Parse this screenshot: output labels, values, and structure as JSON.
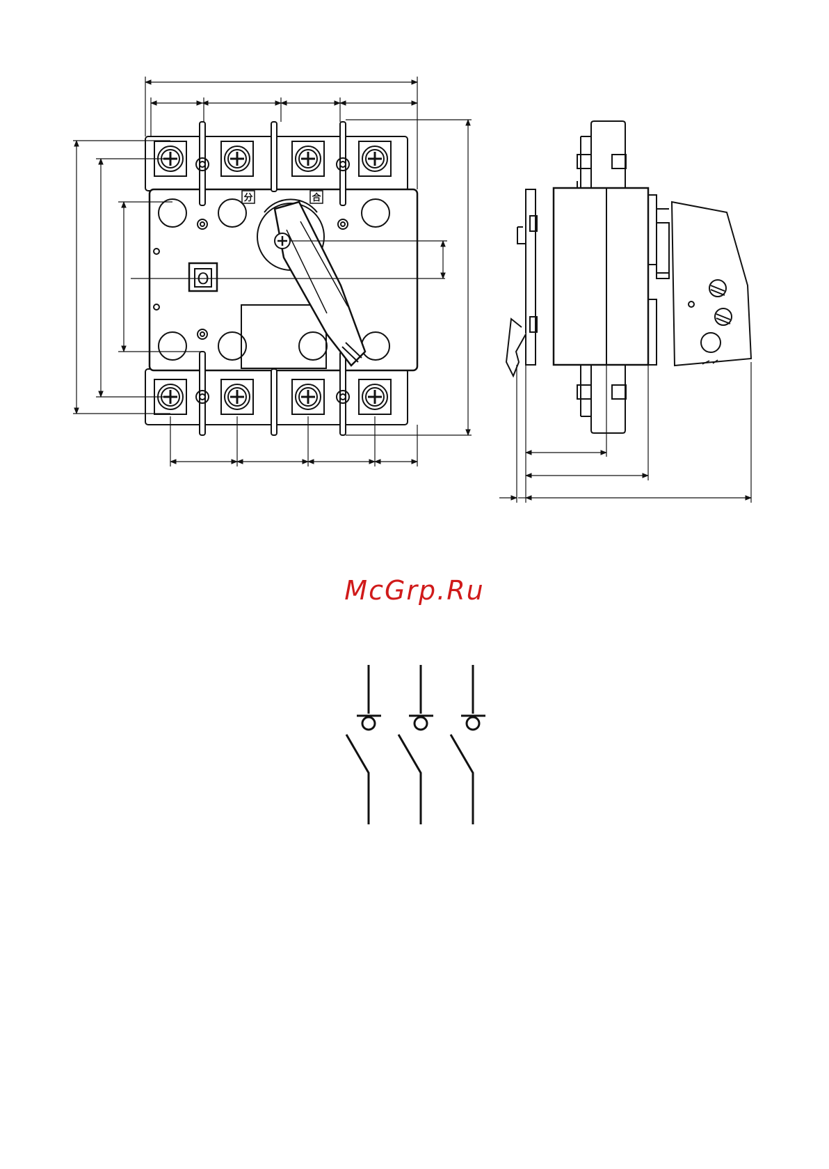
{
  "watermark": {
    "text": "McGrp.Ru",
    "color": "#d01a1a"
  },
  "front_view": {
    "off_mark": "分",
    "on_mark": "合",
    "position_indicator": "O"
  },
  "schematic": {
    "poles": 3
  },
  "colors": {
    "line": "#111111",
    "background": "#ffffff"
  }
}
